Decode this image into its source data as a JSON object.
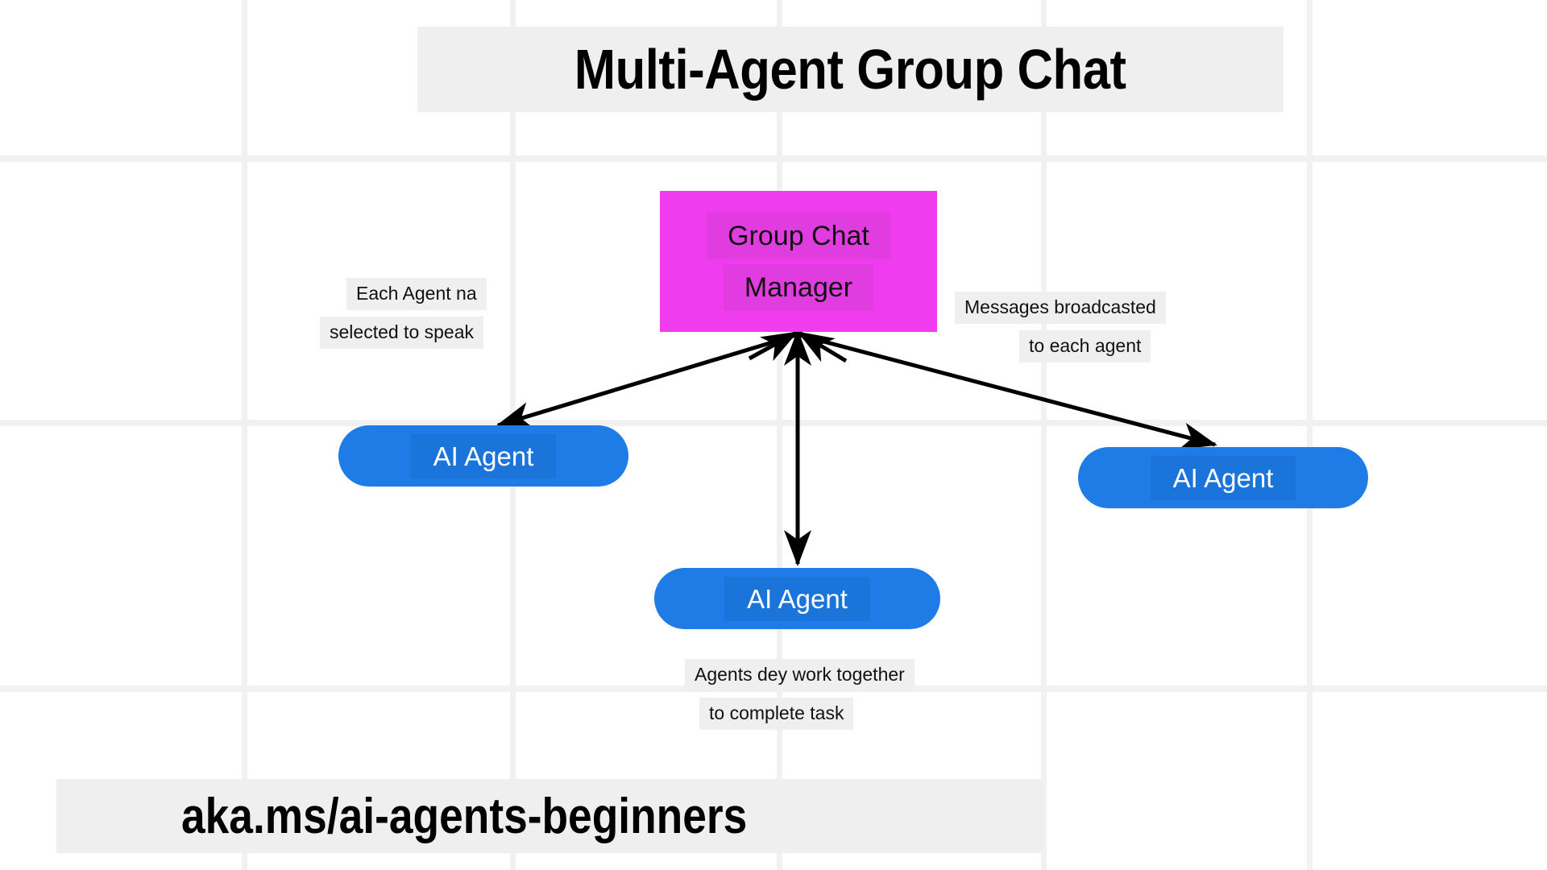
{
  "title": {
    "text": "Multi-Agent Group Chat"
  },
  "footer": {
    "text": "aka.ms/ai-agents-beginners"
  },
  "manager": {
    "line1": "Group Chat",
    "line2": "Manager",
    "color": "#ee3cee"
  },
  "agents": [
    {
      "label": "AI Agent",
      "position": "left"
    },
    {
      "label": "AI Agent",
      "position": "right"
    },
    {
      "label": "AI Agent",
      "position": "bottom"
    }
  ],
  "annotations": {
    "left": {
      "line1": "Each Agent na",
      "line2": "selected to speak"
    },
    "right": {
      "line1": "Messages broadcasted",
      "line2": "to each agent"
    },
    "bottom": {
      "line1": "Agents dey work together",
      "line2": "to complete task"
    }
  },
  "colors": {
    "agent_pill": "#1f7ce6",
    "manager_box": "#ee3cee",
    "band_background": "#efefef",
    "grid_line": "#f1f1f1",
    "arrow": "#000000"
  },
  "grid": {
    "vertical_x": [
      300,
      633,
      964,
      1292,
      1622
    ],
    "horizontal_y": [
      197,
      525,
      855
    ]
  }
}
